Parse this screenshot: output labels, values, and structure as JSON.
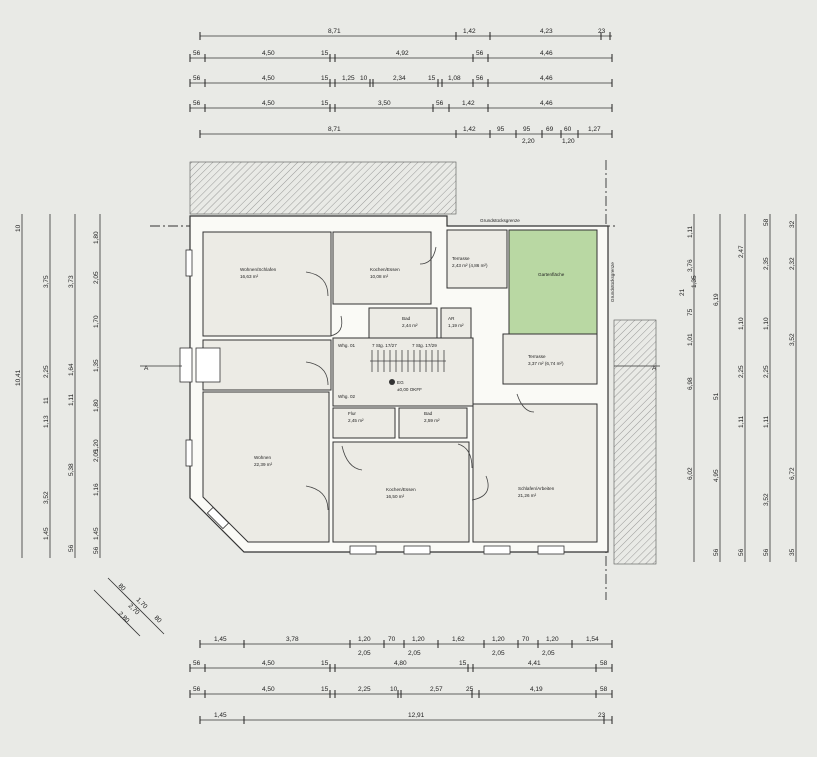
{
  "rooms": [
    {
      "name": "Wohnen/Schlafen",
      "area": "16,63 m²"
    },
    {
      "name": "Kochen/Essen",
      "area": "10,08 m²"
    },
    {
      "name": "Terrasse",
      "area": "2,43 m² (4,86 m²)"
    },
    {
      "name": "Gartenfläche",
      "area": ""
    },
    {
      "name": "Bad",
      "area": "2,44 m²"
    },
    {
      "name": "AR",
      "area": "1,19 m²"
    },
    {
      "name": "Terrasse",
      "area": "3,37 m² (6,74 m²)"
    },
    {
      "name": "Flur",
      "area": "2,45 m²"
    },
    {
      "name": "Bad",
      "area": "2,59 m²"
    },
    {
      "name": "Wohnen",
      "area": "22,39 m²"
    },
    {
      "name": "Kochen/Essen",
      "area": "16,50 m²"
    },
    {
      "name": "Schlafen/Arbeiten",
      "area": "21,26 m²"
    }
  ],
  "labels": {
    "grundstuecksgrenze_h": "Grundstücksgrenze",
    "grundstuecksgrenze_v": "Grundstücksgrenze",
    "whg01": "Whg. 01",
    "whg02": "Whg. 02",
    "level": "±0,00 OKFF",
    "level_sym": "EG",
    "stair1": "7 Stg. 17/27",
    "stair2": "7 Stg. 17/29",
    "section_left": "A",
    "section_right": "A"
  },
  "dims": {
    "top1": [
      "8,71",
      "1,42",
      "4,23",
      "23"
    ],
    "top2": [
      "56",
      "4,50",
      "15",
      "4,92",
      "56",
      "4,46"
    ],
    "top3": [
      "56",
      "4,50",
      "15",
      "1,25",
      "10",
      "2,34",
      "15",
      "1,08",
      "56",
      "4,46"
    ],
    "top4": [
      "56",
      "4,50",
      "15",
      "3,50",
      "56",
      "1,42",
      "4,46"
    ],
    "top5": [
      "8,71",
      "1,42",
      "95",
      "95",
      "69",
      "60",
      "1,27"
    ],
    "top5_sub": [
      "2,20",
      "1,20"
    ],
    "bot1": [
      "1,45",
      "3,78",
      "1,20",
      "70",
      "1,20",
      "1,62",
      "1,20",
      "70",
      "1,20",
      "1,54"
    ],
    "bot1_sub": [
      "2,05",
      "2,05",
      "2,05",
      "2,05"
    ],
    "bot2": [
      "56",
      "4,50",
      "15",
      "4,80",
      "15",
      "4,41",
      "58"
    ],
    "bot3": [
      "56",
      "4,50",
      "15",
      "2,25",
      "10",
      "2,57",
      "25",
      "4,19",
      "58"
    ],
    "bot4": [
      "1,45",
      "12,91",
      "23"
    ],
    "left1": [
      "10,41"
    ],
    "left2": [
      "3,75",
      "2,25",
      "11",
      "1,13",
      "3,52",
      "1,45"
    ],
    "left3": [
      "3,73",
      "1,64",
      "1,11",
      "5,38",
      "56"
    ],
    "left4": [
      "1,80",
      "2,05",
      "1,70",
      "1,35",
      "1,80",
      "1,20",
      "2,05",
      "1,16",
      "1,45",
      "56",
      "10"
    ],
    "right1": [
      "1,11",
      "3,76",
      "6,19",
      "51",
      "6,02",
      "56"
    ],
    "right2": [
      "2,47",
      "1,10",
      "2,25",
      "1,11",
      "4,95",
      "56"
    ],
    "right3": [
      "58",
      "2,35",
      "1,10",
      "2,25",
      "1,11",
      "3,52",
      "56"
    ],
    "right4": [
      "32",
      "2,32",
      "3,52",
      "6,72",
      "35"
    ],
    "right_inner": [
      "1,35",
      "75",
      "1,01",
      "6,98",
      "21"
    ],
    "diag": [
      "80",
      "1,70",
      "2,70",
      "80",
      "2,80"
    ]
  }
}
